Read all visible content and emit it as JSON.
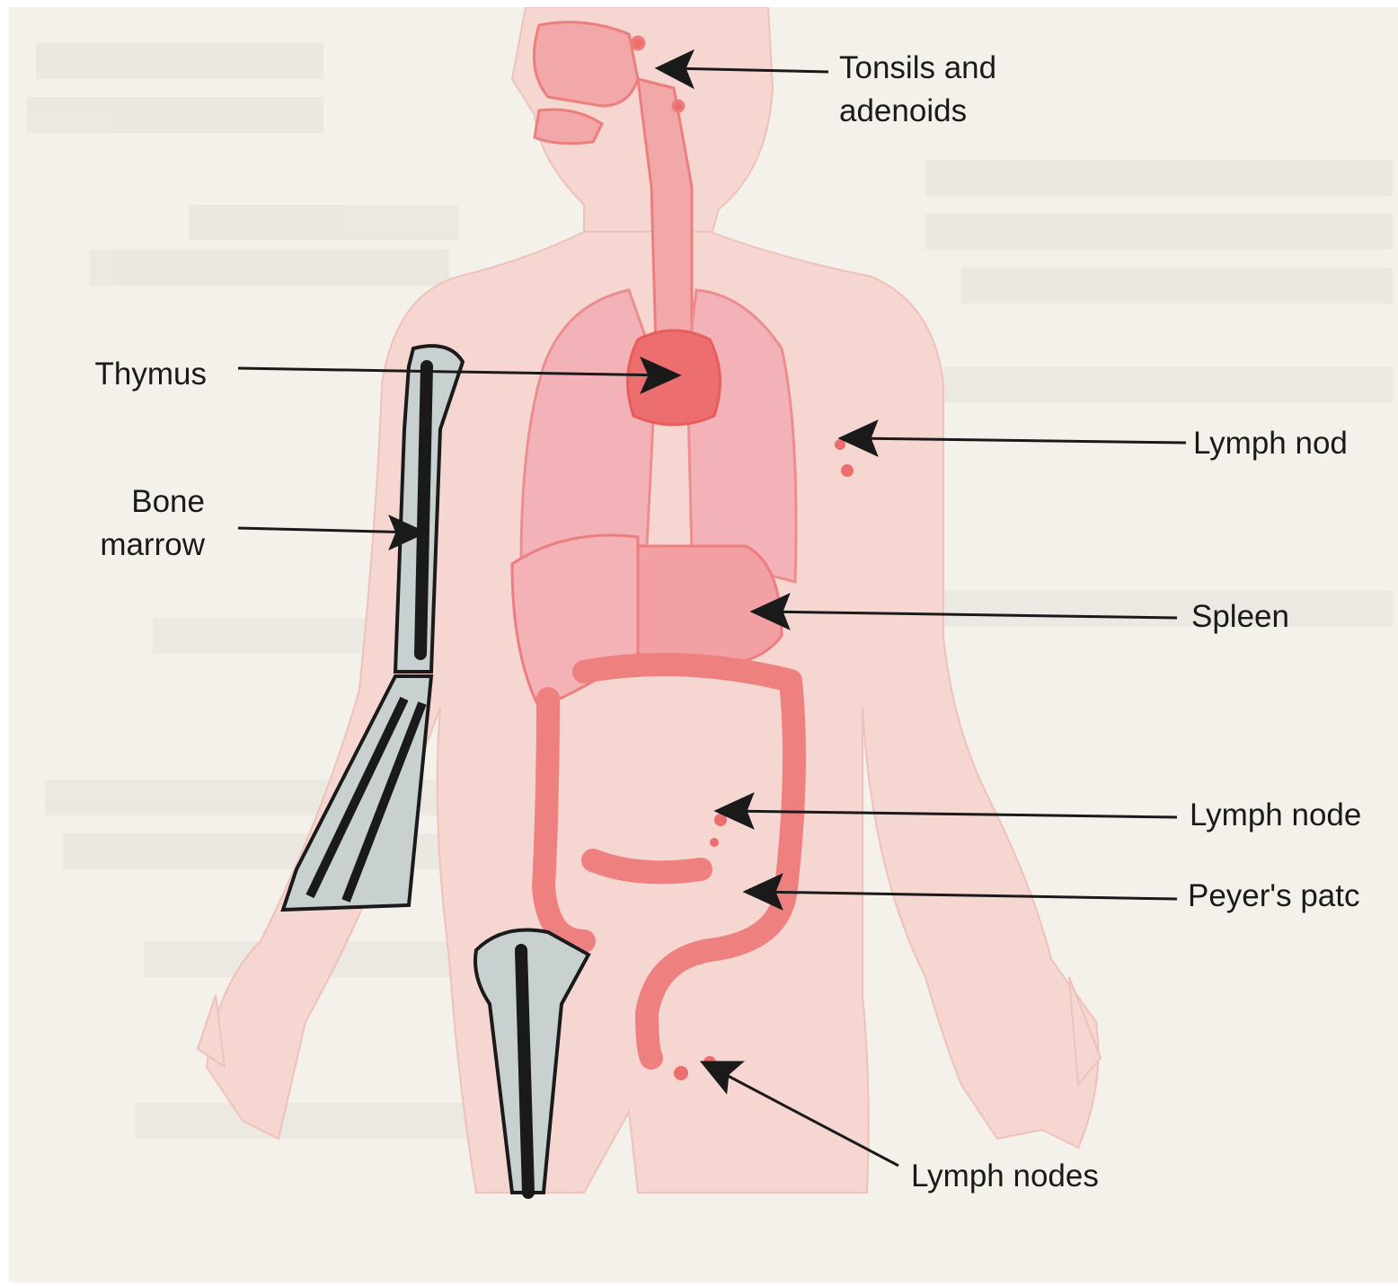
{
  "diagram": {
    "labels": {
      "tonsils": [
        "Tonsils and",
        "adenoids"
      ],
      "thymus": [
        "Thymus"
      ],
      "bone_marrow": [
        "Bone",
        "marrow"
      ],
      "lymph_nodes_axillary": [
        "Lymph nod"
      ],
      "spleen": [
        "Spleen"
      ],
      "lymph_nodes_mesenteric": [
        "Lymph node"
      ],
      "peyers_patches": [
        "Peyer's patc"
      ],
      "lymph_nodes_inguinal": [
        "Lymph nodes"
      ]
    },
    "colors": {
      "background": "#f4f1ea",
      "skin": "#f6d6d0",
      "organ": "#f09a9a",
      "organ_strong": "#ec6e6e",
      "bone": "#c8d0d0",
      "marrow": "#1a1a1a",
      "arrow": "#1a1a1a"
    }
  }
}
